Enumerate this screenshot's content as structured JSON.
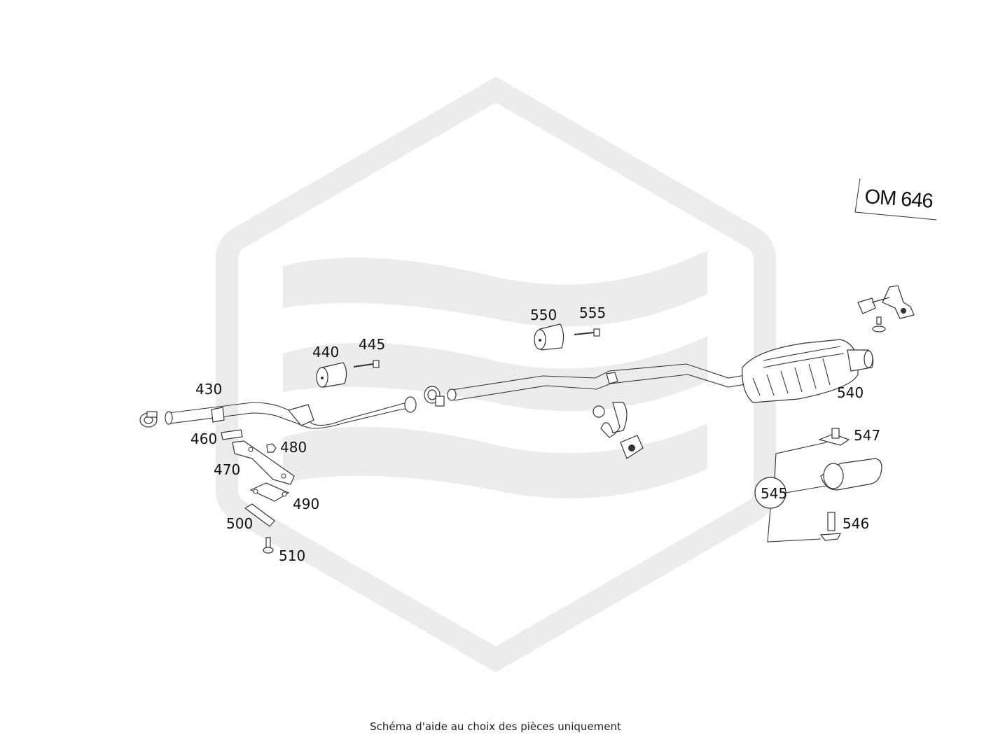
{
  "engine_code": "OM 646",
  "caption": "Schéma d'aide au choix des pièces uniquement",
  "watermark_color": "#ececec",
  "line_color": "#333333",
  "parts": {
    "p430": "430",
    "p440": "440",
    "p445": "445",
    "p460": "460",
    "p470": "470",
    "p480": "480",
    "p490": "490",
    "p500": "500",
    "p510": "510",
    "p540": "540",
    "p545": "545",
    "p546": "546",
    "p547": "547",
    "p550": "550",
    "p555": "555"
  }
}
